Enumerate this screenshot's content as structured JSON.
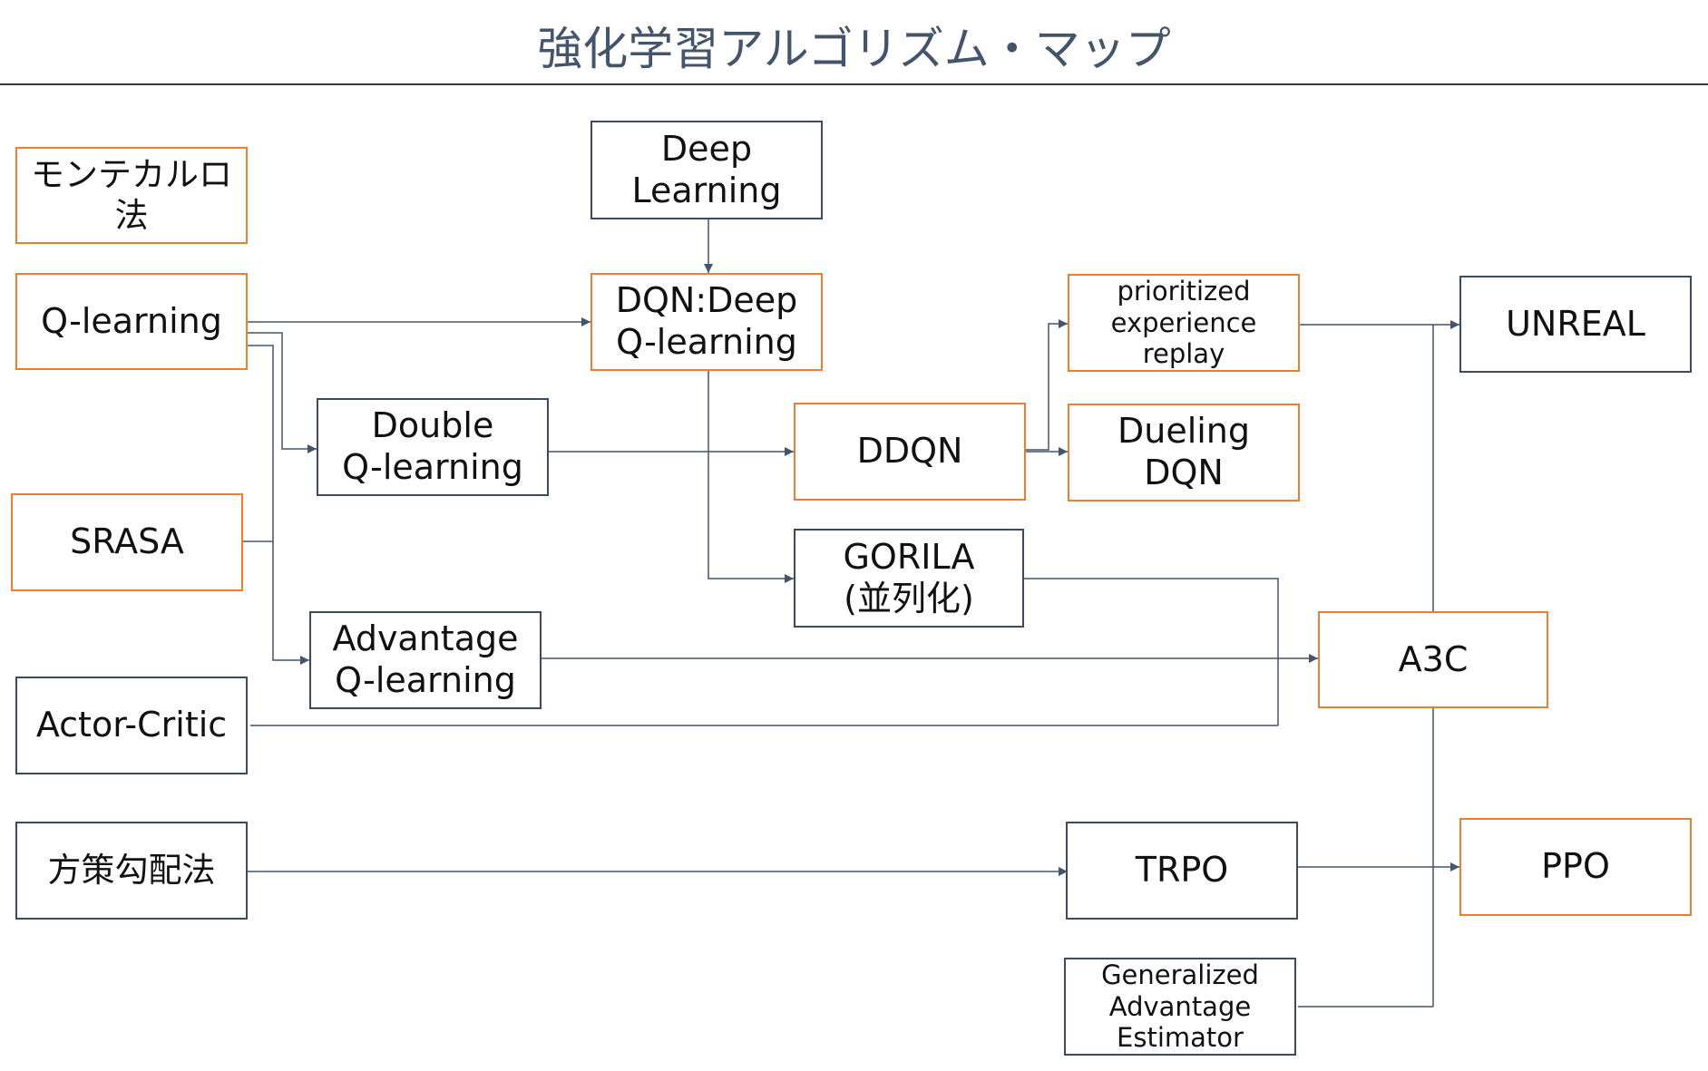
{
  "title": "強化学習アルゴリズム・マップ",
  "colors": {
    "orange": "#ed7d31",
    "dark": "#3b4a5e",
    "edge": "#44546a"
  },
  "nodes": {
    "montecarlo": "モンテカルロ法",
    "qlearning": "Q-learning",
    "srasa": "SRASA",
    "actor_critic": "Actor-Critic",
    "policy_gradient": "方策勾配法",
    "deep_learning": "Deep\nLearning",
    "dqn": "DQN:Deep\nQ-learning",
    "double_q": "Double\nQ-learning",
    "advantage_q": "Advantage\nQ-learning",
    "ddqn": "DDQN",
    "gorila": "GORILA\n(並列化)",
    "per": "prioritized\nexperience\nreplay",
    "dueling": "Dueling\nDQN",
    "trpo": "TRPO",
    "gae": "Generalized\nAdvantage\nEstimator",
    "unreal": "UNREAL",
    "a3c": "A3C",
    "ppo": "PPO"
  }
}
